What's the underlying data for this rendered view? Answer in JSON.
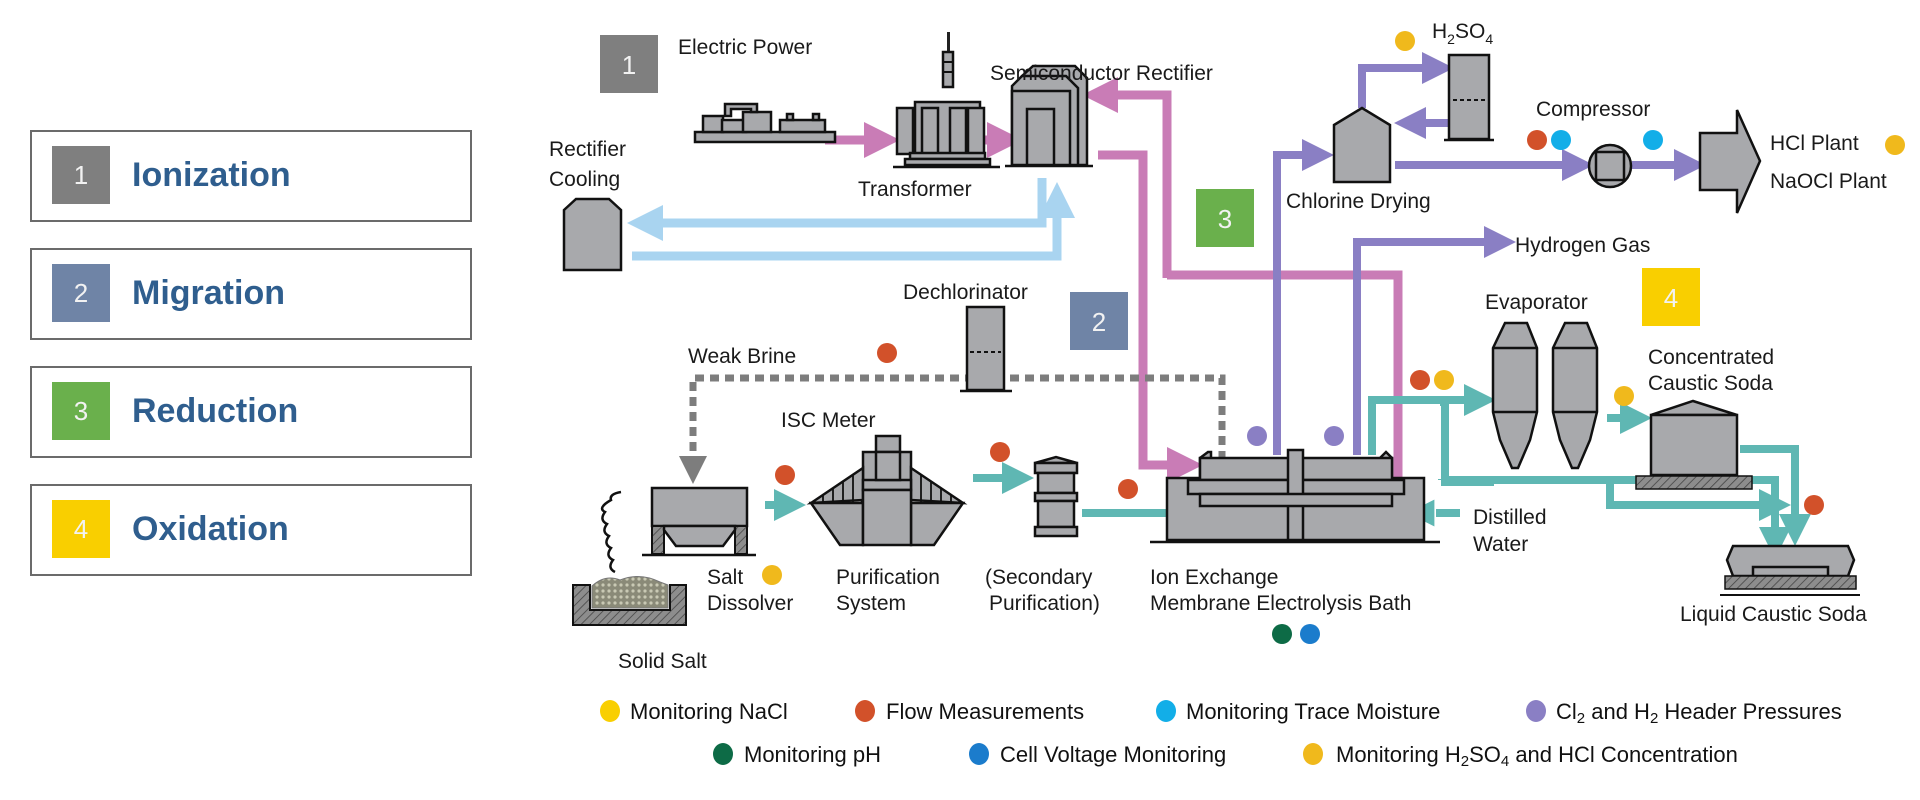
{
  "steps": [
    {
      "number": "1",
      "label": "Ionization",
      "color": "#7f7f7f"
    },
    {
      "number": "2",
      "label": "Migration",
      "color": "#6f84a6"
    },
    {
      "number": "3",
      "label": "Reduction",
      "color": "#6ab04c"
    },
    {
      "number": "4",
      "label": "Oxidation",
      "color": "#f9cf00"
    }
  ],
  "labels": {
    "electric_power": "Electric Power",
    "transformer": "Transformer",
    "semiconductor_rectifier": "Semiconductor Rectifier",
    "rectifier_cooling_1": "Rectifier",
    "rectifier_cooling_2": "Cooling",
    "h2so4_h": "H",
    "h2so4_2": "2",
    "h2so4_so": "SO",
    "h2so4_4": "4",
    "chlorine_drying": "Chlorine Drying",
    "compressor": "Compressor",
    "hcl_plant": "HCl Plant",
    "naocl_plant": "NaOCl Plant",
    "hydrogen_gas": "Hydrogen Gas",
    "dechlorinator": "Dechlorinator",
    "weak_brine": "Weak Brine",
    "isc_meter": "ISC Meter",
    "evaporator": "Evaporator",
    "concentrated_1": "Concentrated",
    "concentrated_2": "Caustic Soda",
    "salt_1": "Salt",
    "salt_2": "Dissolver",
    "purification_1": "Purification",
    "purification_2": "System",
    "secondary_1": "(Secondary",
    "secondary_2": "Purification)",
    "ion_1": "Ion Exchange",
    "ion_2": "Membrane Electrolysis Bath",
    "distilled_1": "Distilled",
    "distilled_2": "Water",
    "liquid_caustic": "Liquid Caustic Soda",
    "solid_salt": "Solid Salt"
  },
  "colors": {
    "power_line": "#c97cb6",
    "cooling_line": "#a9d4f0",
    "gas_line": "#8a7fc4",
    "brine_line": "#5fb7b3",
    "weak_brine_line": "#7d7d7d",
    "nacl": "#f0b91c",
    "flow": "#d2512a",
    "moisture": "#12aee8",
    "pressure": "#8a7fc4",
    "ph": "#0d6b46",
    "voltage": "#1b7ccc",
    "acid": "#f0b91c"
  },
  "legend": {
    "row1": [
      {
        "key": "nacl",
        "text": "Monitoring NaCl"
      },
      {
        "key": "flow",
        "text": "Flow Measurements"
      },
      {
        "key": "moisture",
        "text": "Monitoring Trace Moisture"
      },
      {
        "key": "pressure",
        "text_a": "Cl",
        "sub_a": "2",
        "text_b": " and H",
        "sub_b": "2",
        "text_c": " Header Pressures"
      }
    ],
    "row2": [
      {
        "key": "ph",
        "text": "Monitoring pH"
      },
      {
        "key": "voltage",
        "text": "Cell Voltage Monitoring"
      },
      {
        "key": "acid",
        "text_a": "Monitoring H",
        "sub_a": "2",
        "text_b": "SO",
        "sub_b": "4",
        "text_c": " and HCl Concentration"
      }
    ]
  }
}
